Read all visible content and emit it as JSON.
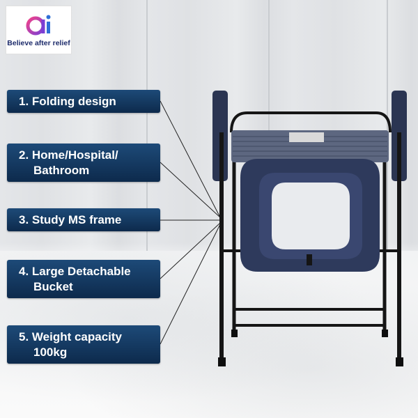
{
  "brand": {
    "logo_text": "ai",
    "tagline": "Believe after relief"
  },
  "features": [
    {
      "lines": [
        "1. Folding design"
      ]
    },
    {
      "lines": [
        "2. Home/Hospital/",
        "Bathroom"
      ]
    },
    {
      "lines": [
        "3. Study MS frame"
      ]
    },
    {
      "lines": [
        "4. Large Detachable",
        "Bucket"
      ]
    },
    {
      "lines": [
        "5. Weight capacity",
        "100kg"
      ]
    }
  ],
  "colors": {
    "label_bg": "#0d2a4c",
    "frame": "#1a1a1a",
    "seat": "#2e3a5c"
  }
}
